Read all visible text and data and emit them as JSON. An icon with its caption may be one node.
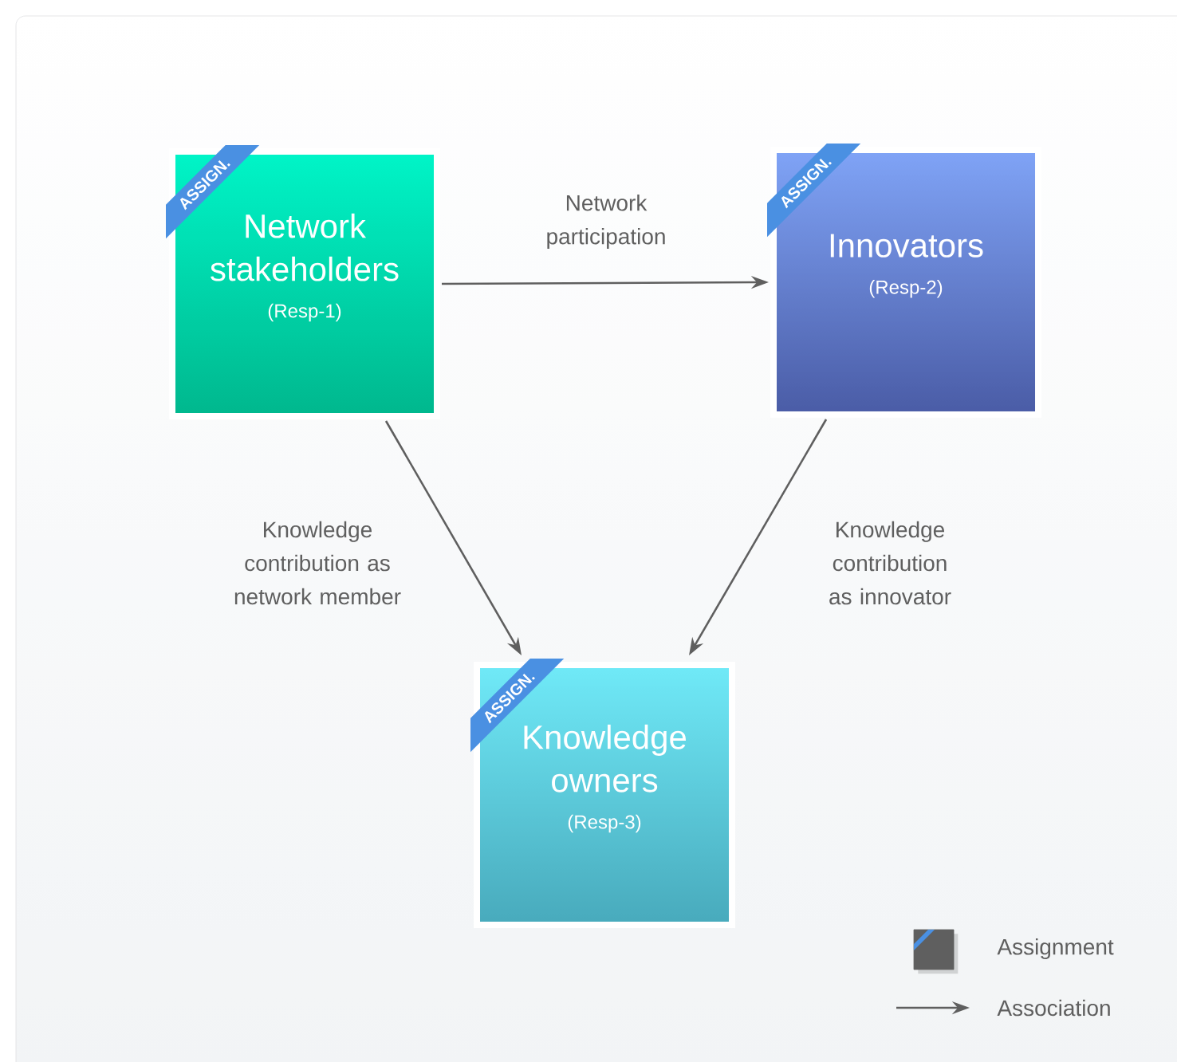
{
  "diagram": {
    "nodes": [
      {
        "text": [
          "ASSIGN.",
          "Network stakeholders",
          "(Resp-1)"
        ]
      },
      {
        "text": [
          "ASSIGN.",
          "Innovators",
          "(Resp-2)"
        ]
      },
      {
        "text": [
          "ASSIGN.",
          "Knowledge owners",
          "(Resp-3)"
        ]
      }
    ],
    "edges": [
      {
        "from": 0,
        "to": 1,
        "arrow": "to",
        "label": "Network participation"
      },
      {
        "from": 0,
        "to": 2,
        "arrow": "to",
        "label": "Knowledge contribution as network member"
      },
      {
        "from": 1,
        "to": 2,
        "arrow": "to",
        "label": "Knowledge contribution as innovator"
      }
    ],
    "legend": [
      {
        "text": "Assignment"
      },
      {
        "text": "Association"
      }
    ]
  }
}
